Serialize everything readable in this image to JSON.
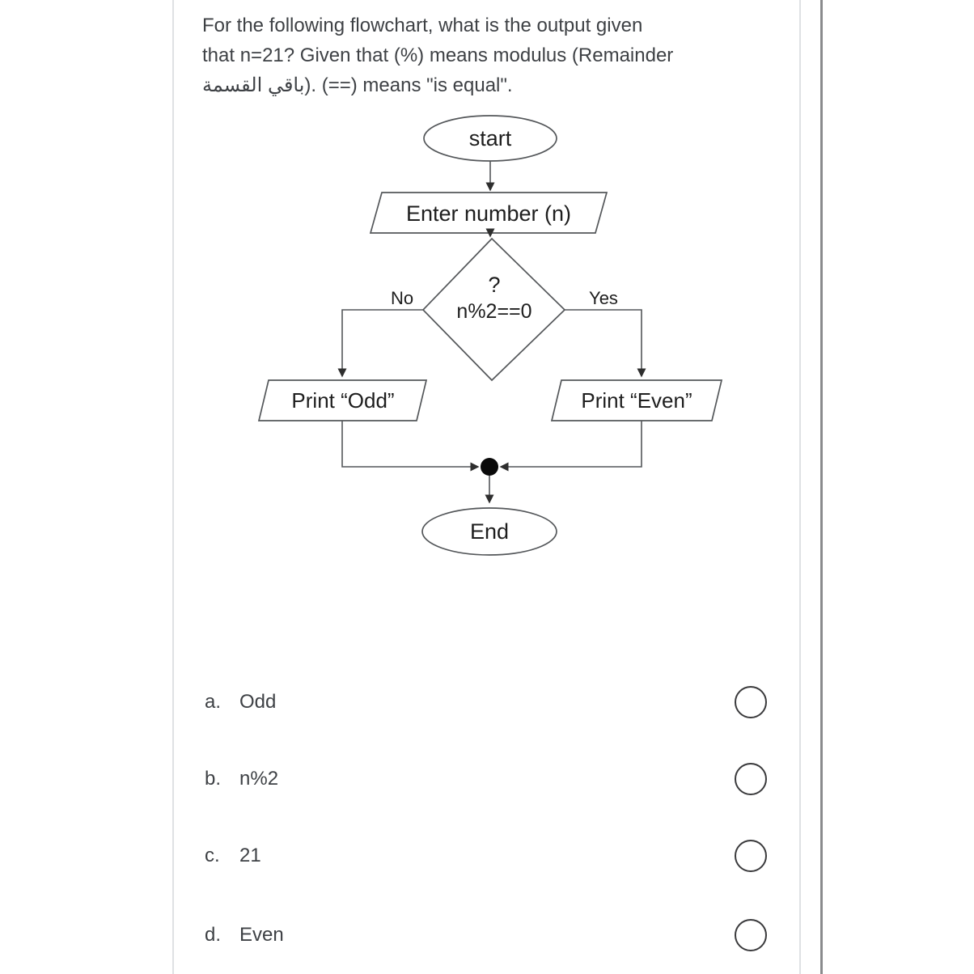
{
  "question": {
    "lines": [
      "For the following flowchart, what is the output given",
      "that n=21? Given that (%) means modulus (Remainder",
      "باقي القسمة). (==) means \"is equal\"."
    ]
  },
  "flowchart": {
    "start_label": "start",
    "input_label": "Enter number (n)",
    "decision_question_mark": "?",
    "decision_condition": "n%2==0",
    "no_label": "No",
    "yes_label": "Yes",
    "print_odd_label": "Print “Odd”",
    "print_even_label": "Print “Even”",
    "end_label": "End"
  },
  "options": [
    {
      "letter": "a.",
      "label": "Odd",
      "selected": false
    },
    {
      "letter": "b.",
      "label": "n%2",
      "selected": false
    },
    {
      "letter": "c.",
      "label": "21",
      "selected": false
    },
    {
      "letter": "d.",
      "label": "Even",
      "selected": false
    }
  ],
  "colors": {
    "page-bg": "#ffffff",
    "text": "#3E4145",
    "flow-stroke": "#54575A",
    "flow-text": "#1E1E1E",
    "border": "#DFE1E4",
    "divider": "#8A8B8D",
    "radio": "#3A3A3C"
  }
}
